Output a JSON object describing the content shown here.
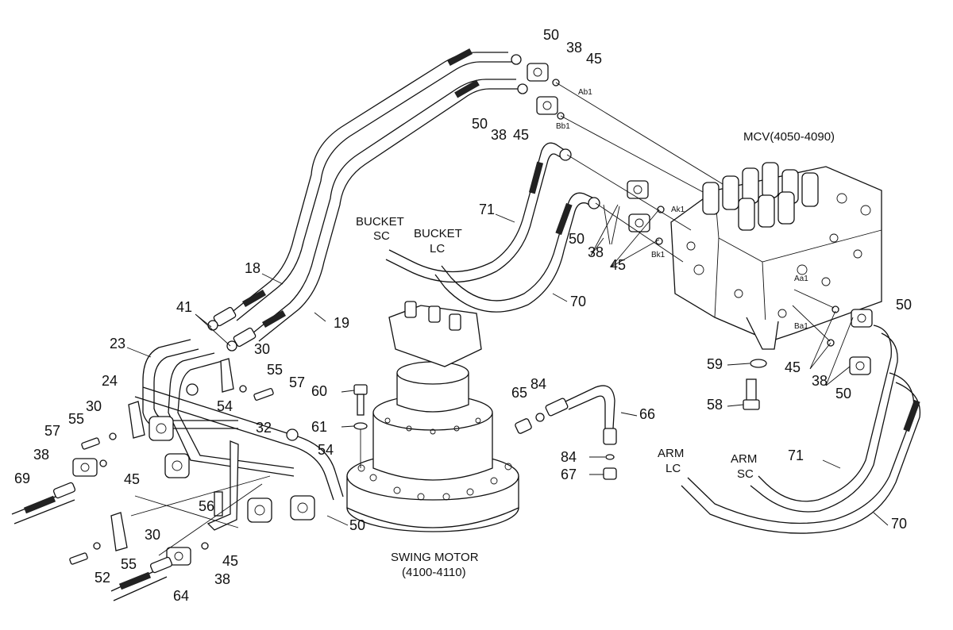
{
  "assemblies": {
    "mcv": "MCV(4050-4090)",
    "swing_motor_line1": "SWING MOTOR",
    "swing_motor_line2": "(4100-4110)"
  },
  "connections": {
    "bucket_sc_1": "BUCKET",
    "bucket_sc_2": "SC",
    "bucket_lc_1": "BUCKET",
    "bucket_lc_2": "LC",
    "arm_lc_1": "ARM",
    "arm_lc_2": "LC",
    "arm_sc_1": "ARM",
    "arm_sc_2": "SC"
  },
  "ports": [
    "Ab1",
    "Bb1",
    "Ak1",
    "Bk1",
    "Aa1",
    "Ba1"
  ],
  "part_numbers": {
    "p50a": "50",
    "p38a": "38",
    "p45a": "45",
    "p50b": "50",
    "p38b": "38",
    "p45b": "45",
    "p71a": "71",
    "p50c": "50",
    "p38c": "38",
    "p45c": "45",
    "p70a": "70",
    "p18": "18",
    "p19": "19",
    "p41": "41",
    "p23": "23",
    "p30a": "30",
    "p55a": "55",
    "p57a": "57",
    "p54a": "54",
    "p24": "24",
    "p30b": "30",
    "p55b": "55",
    "p57b": "57",
    "p38d": "38",
    "p69": "69",
    "p45d": "45",
    "p32": "32",
    "p54b": "54",
    "p56": "56",
    "p30c": "30",
    "p55c": "55",
    "p52": "52",
    "p38e": "38",
    "p45e": "45",
    "p64": "64",
    "p50d": "50",
    "p60": "60",
    "p61": "61",
    "p65": "65",
    "p84a": "84",
    "p66": "66",
    "p84b": "84",
    "p67": "67",
    "p59": "59",
    "p58": "58",
    "p50e": "50",
    "p45f": "45",
    "p38f": "38",
    "p50f": "50",
    "p71b": "71",
    "p70b": "70"
  }
}
